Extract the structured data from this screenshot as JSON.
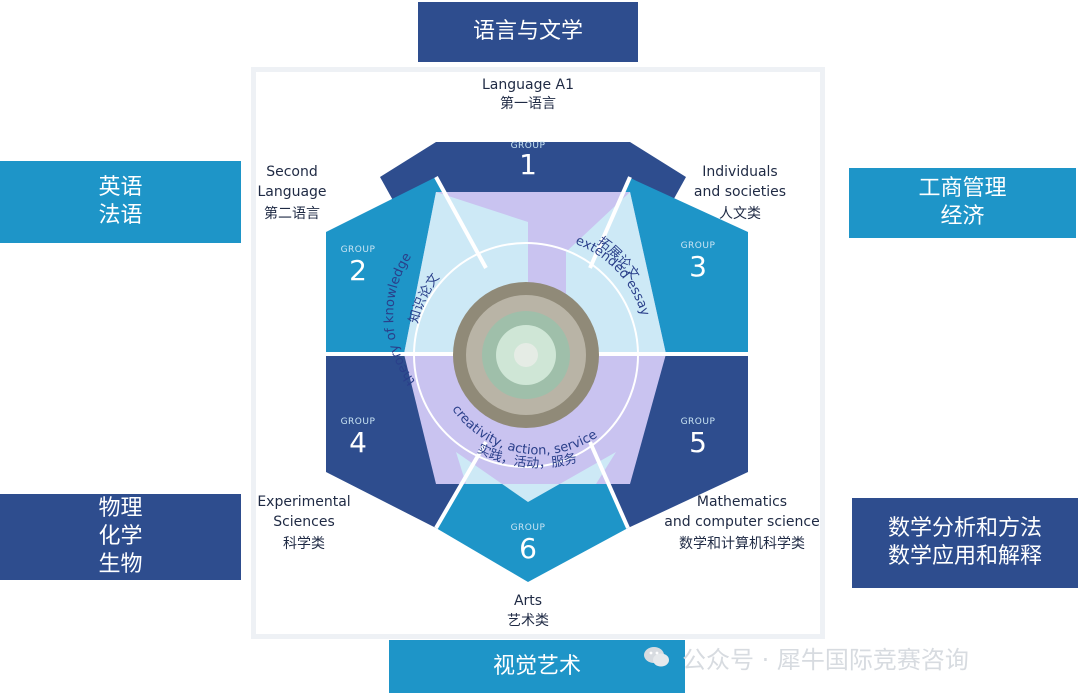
{
  "boxes": {
    "top": {
      "line1": "语言与文学"
    },
    "left": {
      "line1": "英语",
      "line2": "法语"
    },
    "right": {
      "line1": "工商管理",
      "line2": "经济"
    },
    "bottom_left": {
      "line1": "物理",
      "line2": "化学",
      "line3": "生物"
    },
    "bottom_right": {
      "line1": "数学分析和方法",
      "line2": "数学应用和解释"
    },
    "bottom": {
      "line1": "视觉艺术"
    }
  },
  "hexagon": {
    "group_word": "GROUP",
    "groups": [
      {
        "num": "1",
        "en1": "Language A1",
        "en2": "",
        "cn": "第一语言"
      },
      {
        "num": "2",
        "en1": "Second",
        "en2": "Language",
        "cn": "第二语言"
      },
      {
        "num": "3",
        "en1": "Individuals",
        "en2": "and societies",
        "cn": "人文类"
      },
      {
        "num": "4",
        "en1": "Experimental",
        "en2": "Sciences",
        "cn": "科学类"
      },
      {
        "num": "5",
        "en1": "Mathematics",
        "en2": "and computer science",
        "cn": "数学和计算机科学类"
      },
      {
        "num": "6",
        "en1": "Arts",
        "en2": "",
        "cn": "艺术类"
      }
    ],
    "core": {
      "tok_en": "theory of knowledge",
      "tok_cn": "知识论文",
      "ee_en": "extended essay",
      "ee_cn": "拓展论文",
      "cas_en": "creativity, action, service",
      "cas_cn": "实践，活动，服务"
    }
  },
  "colors": {
    "dark_blue": "#2e4d8e",
    "light_blue": "#1e95c8",
    "lavender": "#c9c3f0",
    "pale_blue": "#cde9f6"
  },
  "watermark": {
    "text": "公众号 · 犀牛国际竞赛咨询",
    "icon": "wechat-icon"
  }
}
